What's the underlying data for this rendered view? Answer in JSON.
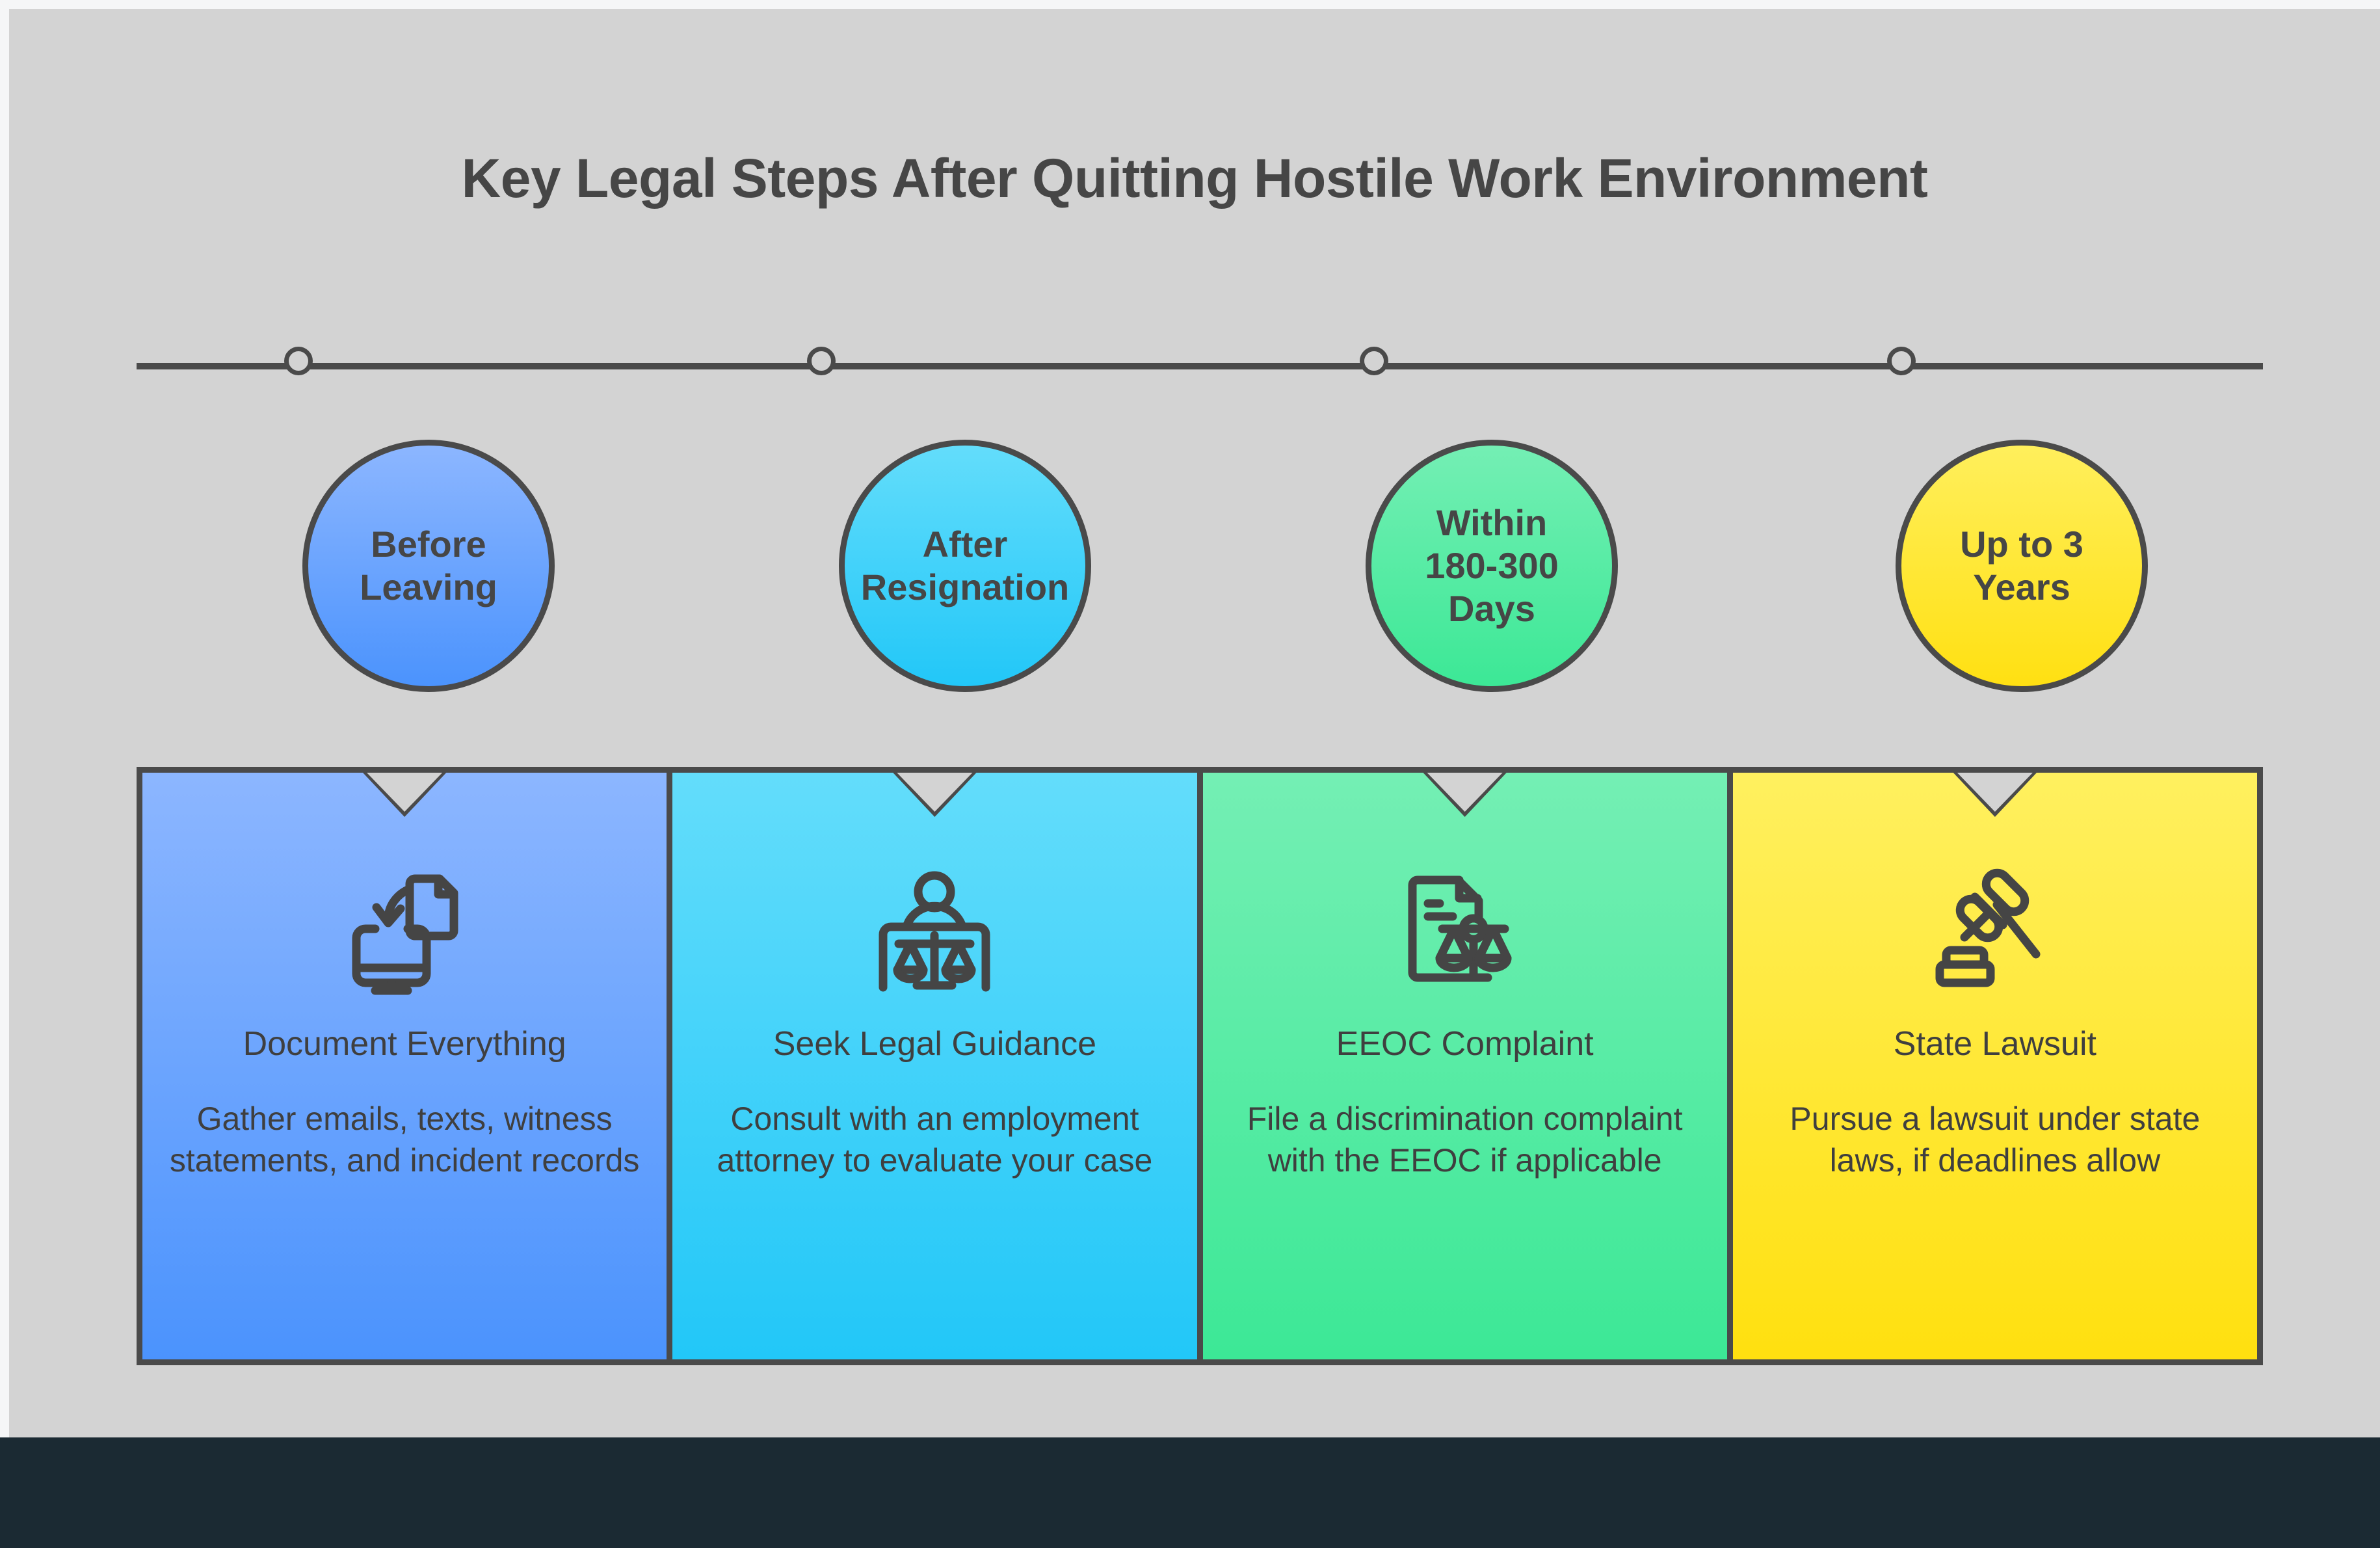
{
  "title": "Key Legal Steps After Quitting Hostile Work Environment",
  "colors": {
    "background": "#d3d3d3",
    "outline": "#4a4a4a",
    "text": "#3f3f3f",
    "title_text": "#464646",
    "footer_band": "#1b2a33",
    "page_border": "#f5f6f7"
  },
  "timeline": {
    "nodes": [
      {
        "label": "node-1",
        "position_pct": 7.6
      },
      {
        "label": "node-2",
        "position_pct": 32.2
      },
      {
        "label": "node-3",
        "position_pct": 58.2
      },
      {
        "label": "node-4",
        "position_pct": 83.0
      }
    ]
  },
  "steps": [
    {
      "circle_label": "Before\nLeaving",
      "circle_line1": "Before",
      "circle_line2": "Leaving",
      "circle_line3": "",
      "circle_fill_top": "#8cb6ff",
      "circle_fill_bottom": "#4b93fd",
      "panel_fill_top": "#8cb6ff",
      "panel_fill_bottom": "#4b93fd",
      "icon": "monitor-document-download-icon",
      "heading": "Document Everything",
      "description": "Gather emails, texts, witness statements, and incident records"
    },
    {
      "circle_label": "After\nResignation",
      "circle_line1": "After",
      "circle_line2": "Resignation",
      "circle_line3": "",
      "circle_fill_top": "#63ddfb",
      "circle_fill_bottom": "#22c7f8",
      "panel_fill_top": "#63ddfb",
      "panel_fill_bottom": "#22c7f8",
      "icon": "attorney-scales-desk-icon",
      "heading": "Seek Legal Guidance",
      "description": "Consult with an employment attorney to evaluate your case"
    },
    {
      "circle_label": "Within\n180-300\nDays",
      "circle_line1": "Within",
      "circle_line2": "180-300",
      "circle_line3": "Days",
      "circle_fill_top": "#74efb4",
      "circle_fill_bottom": "#3ce896",
      "panel_fill_top": "#74efb4",
      "panel_fill_bottom": "#3ce896",
      "icon": "legal-document-scales-icon",
      "heading": "EEOC Complaint",
      "description": "File a discrimination complaint with the EEOC if applicable"
    },
    {
      "circle_label": "Up to 3\nYears",
      "circle_line1": "Up to 3",
      "circle_line2": "Years",
      "circle_line3": "",
      "circle_fill_top": "#ffef5c",
      "circle_fill_bottom": "#ffe012",
      "panel_fill_top": "#fff05f",
      "panel_fill_bottom": "#ffe00f",
      "icon": "gavel-icon",
      "heading": "State Lawsuit",
      "description": "Pursue a lawsuit under state laws, if deadlines allow"
    }
  ]
}
